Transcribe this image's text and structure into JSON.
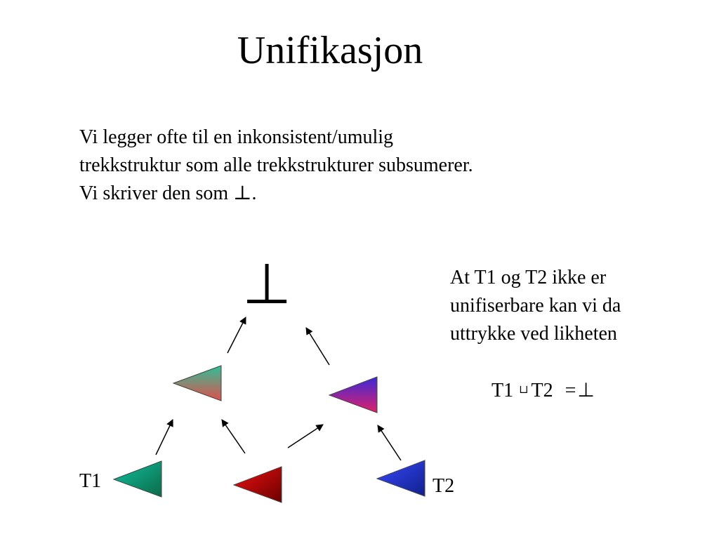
{
  "slide": {
    "title": "Unifikasjon",
    "intro_lines": [
      "Vi legger ofte til en inkonsistent/umulig",
      "trekkstruktur som alle trekkstrukturer subsumerer.",
      "Vi skriver den som ⊥."
    ],
    "side_lines": [
      "At T1 og T2 ikke er",
      "unifiserbare kan vi da",
      "uttrykke ved likheten"
    ],
    "equation": {
      "left": "T1",
      "join_symbol": "⊔",
      "right": "T2",
      "equals": "=",
      "result": "⊥"
    }
  },
  "diagram": {
    "top_symbol": "⊥",
    "labels": {
      "t1": "T1",
      "t2": "T2"
    },
    "nodes": [
      {
        "id": "mid-left",
        "colors": [
          "#2fbf9a",
          "#e0504a"
        ]
      },
      {
        "id": "mid-right",
        "colors": [
          "#3a2ad8",
          "#e0206a"
        ]
      },
      {
        "id": "t1",
        "colors": [
          "#10c0a0",
          "#0b6a48"
        ]
      },
      {
        "id": "middle-bottom",
        "colors": [
          "#ee1010",
          "#6a0000"
        ]
      },
      {
        "id": "t2",
        "colors": [
          "#3848ff",
          "#10208a"
        ]
      }
    ]
  }
}
